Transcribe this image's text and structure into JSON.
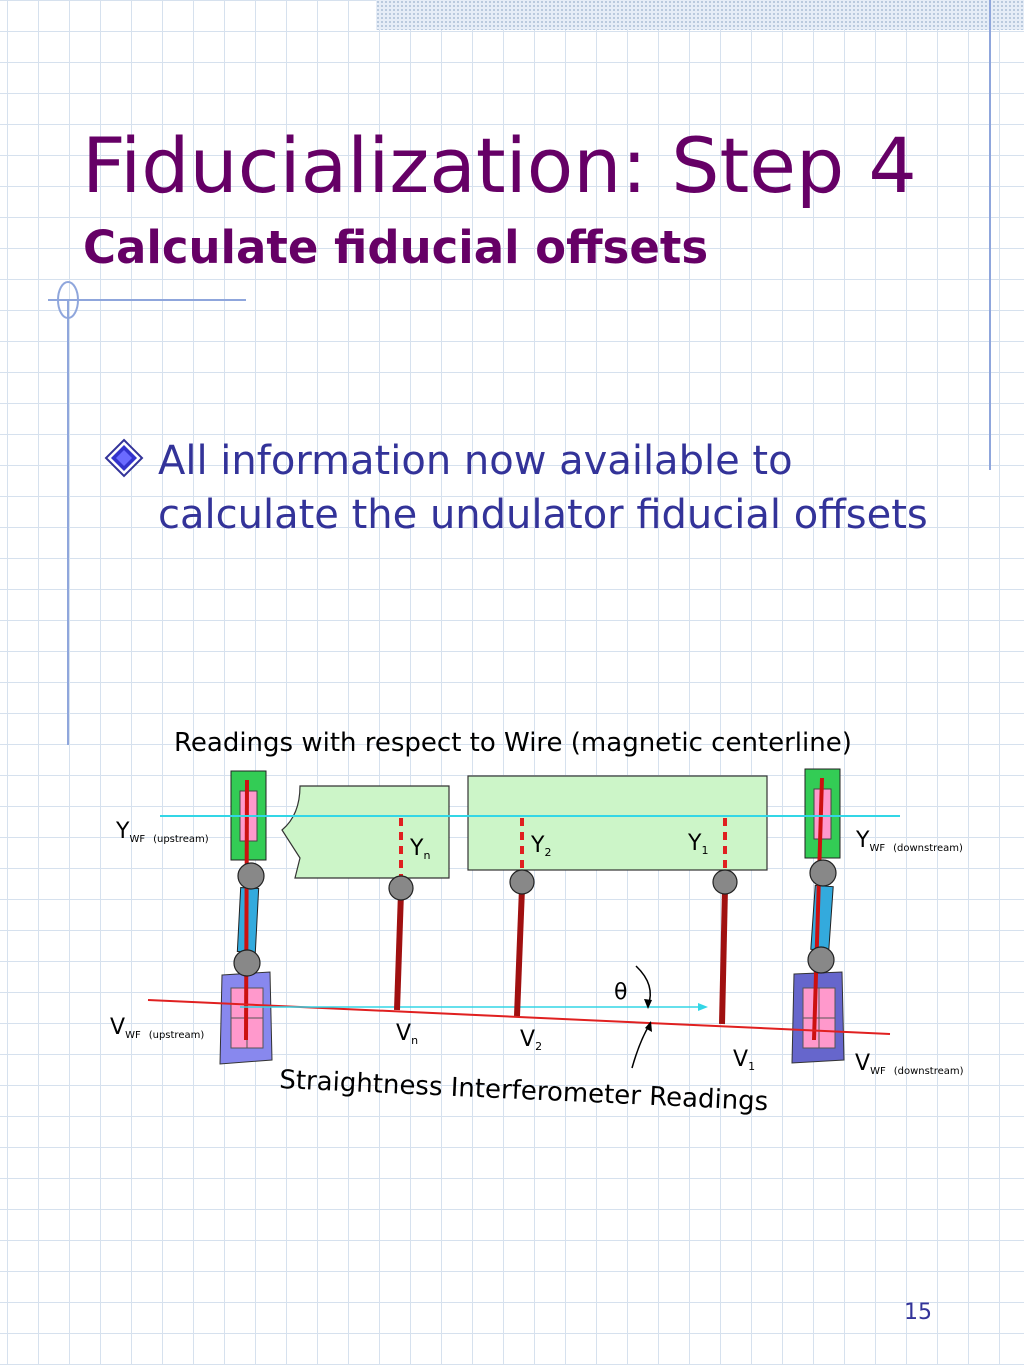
{
  "slide": {
    "title": "Fiducialization: Step 4",
    "subtitle": "Calculate fiducial offsets",
    "bullet": "All information now available to calculate the undulator fiducial offsets",
    "page_number": "15"
  },
  "diagram": {
    "heading": "Readings with respect to Wire (magnetic centerline)",
    "footer": "Straightness Interferometer Readings",
    "ywf_upstream": {
      "main": "Y",
      "sub": "WF",
      "note": "(upstream)"
    },
    "ywf_downstream": {
      "main": "Y",
      "sub": "WF",
      "note": "(downstream)"
    },
    "vwf_upstream": {
      "main": "V",
      "sub": "WF",
      "note": "(upstream)"
    },
    "vwf_downstream": {
      "main": "V",
      "sub": "WF",
      "note": "(downstream)"
    },
    "yn": {
      "main": "Y",
      "sub": "n"
    },
    "y2": {
      "main": "Y",
      "sub": "2"
    },
    "y1": {
      "main": "Y",
      "sub": "1"
    },
    "vn": {
      "main": "V",
      "sub": "n"
    },
    "v2": {
      "main": "V",
      "sub": "2"
    },
    "v1": {
      "main": "V",
      "sub": "1"
    },
    "theta": "θ"
  },
  "colors": {
    "title": "#660066",
    "bullet_text": "#333399",
    "wire_line": "#33d6e6",
    "interferometer_line": "#e02020",
    "post": "#a01010",
    "module_fill": "#ccf5c8",
    "stand_green": "#33cc55",
    "stand_blue": "#7777dd",
    "pad_pink": "#ff99cc"
  }
}
